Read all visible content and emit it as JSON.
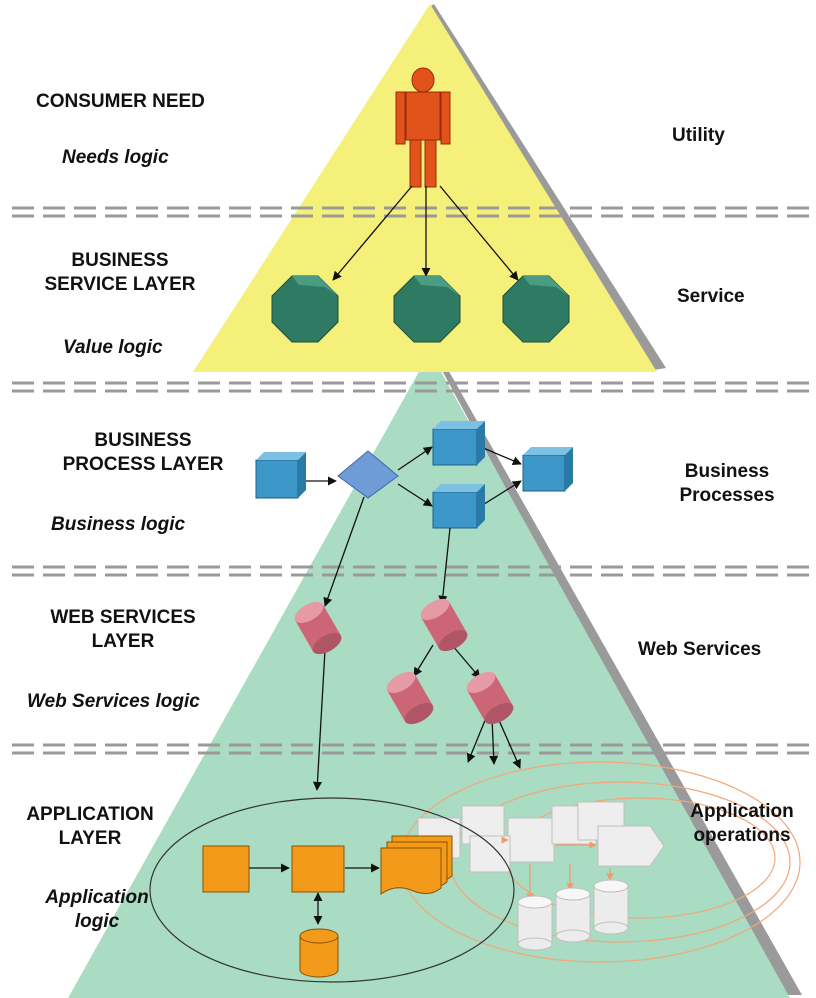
{
  "layers": [
    {
      "title_lines": [
        "CONSUMER NEED"
      ],
      "logic": "Needs logic",
      "right_lines": [
        "Utility"
      ]
    },
    {
      "title_lines": [
        "BUSINESS",
        "SERVICE LAYER"
      ],
      "logic": "Value logic",
      "right_lines": [
        "Service"
      ]
    },
    {
      "title_lines": [
        "BUSINESS",
        "PROCESS LAYER"
      ],
      "logic": "Business logic",
      "right_lines": [
        "Business",
        "Processes"
      ]
    },
    {
      "title_lines": [
        "WEB SERVICES",
        "LAYER"
      ],
      "logic": "Web Services logic",
      "right_lines": [
        "Web Services"
      ]
    },
    {
      "title_lines": [
        "APPLICATION",
        "LAYER"
      ],
      "logic_lines": [
        "Application",
        "logic"
      ],
      "right_lines": [
        "Application",
        "operations"
      ]
    }
  ],
  "colors": {
    "top_triangle": "#f4f07a",
    "bottom_triangle": "#a9dcc3",
    "triangle_shadow": "#9a9a9a",
    "divider": "#9a9a9a",
    "person": "#e2531c",
    "service_octagon": "#2f7a62",
    "process_box": "#3d97c9",
    "process_diamond": "#6f9cd6",
    "web_service_cylinder": "#cc6677",
    "app_component": "#f39a1a",
    "app_ghost": "#e8e8e8",
    "arrow": "#111111",
    "ghost_arrow": "#f29a6a"
  },
  "icons": [
    "person-icon",
    "service-octagon-icon",
    "process-box-icon",
    "decision-diamond-icon",
    "web-service-cylinder-icon",
    "application-box-icon",
    "document-stack-icon",
    "database-cylinder-icon"
  ]
}
